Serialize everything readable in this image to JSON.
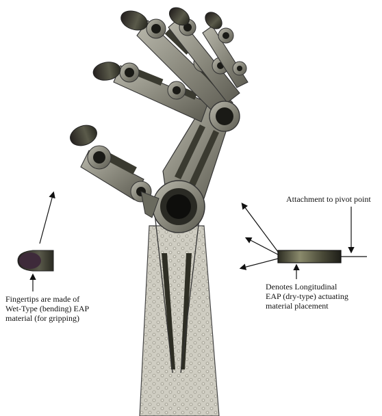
{
  "labels": {
    "fingertips": [
      "Fingertips are made of",
      "Wet-Type (bending) EAP",
      "material (for gripping)"
    ],
    "attachment": "Attachment to pivot point",
    "denotes": [
      "Denotes Longitudinal",
      "EAP (dry-type) actuating",
      "material placement"
    ]
  },
  "colors": {
    "metal": "#8f8f84",
    "metal_dark": "#3a3a32",
    "joint_dark": "#1a1a16",
    "forearm": "#c9c7bb",
    "actuator": "#4a4a38",
    "fingertip": "#3e2a3a"
  }
}
